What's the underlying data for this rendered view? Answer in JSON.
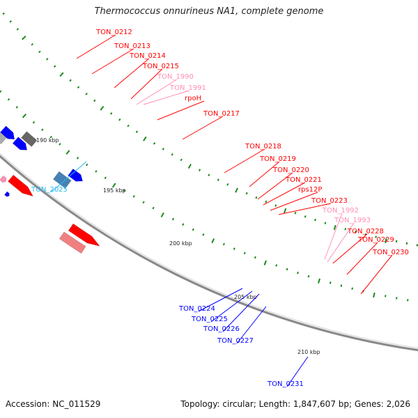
{
  "title": "Thermococcus onnurineus NA1, complete genome",
  "footer": {
    "accession": "Accession: NC_011529",
    "summary": "Topology: circular; Length: 1,847,607 bp; Genes: 2,026"
  },
  "colors": {
    "red": "#ff0000",
    "blue": "#0000ff",
    "orange": "#ff9900",
    "steelblue": "#4682b4",
    "pink": "#ff8fb4",
    "gray": "#aaaaaa",
    "darkgray": "#666666",
    "cyan": "#22bbee",
    "backbone": "#8a8a8a",
    "ticks": "#1a8a1a"
  },
  "ruler": [
    {
      "label": "190 kbp"
    },
    {
      "label": "195 kbp"
    },
    {
      "label": "200 kbp"
    },
    {
      "label": "205 kbp"
    },
    {
      "label": "210 kbp"
    }
  ],
  "gene_labels": [
    {
      "text": "TON_0212",
      "color": "red"
    },
    {
      "text": "TON_0213",
      "color": "red"
    },
    {
      "text": "TON_0214",
      "color": "red"
    },
    {
      "text": "TON_0215",
      "color": "red"
    },
    {
      "text": "TON_1990",
      "color": "pink"
    },
    {
      "text": "TON_1991",
      "color": "pink"
    },
    {
      "text": "rpoH",
      "color": "red"
    },
    {
      "text": "TON_0217",
      "color": "red"
    },
    {
      "text": "TON_0218",
      "color": "red"
    },
    {
      "text": "TON_0219",
      "color": "red"
    },
    {
      "text": "TON_0220",
      "color": "red"
    },
    {
      "text": "TON_0221",
      "color": "red"
    },
    {
      "text": "rps12P",
      "color": "red"
    },
    {
      "text": "TON_0223",
      "color": "red"
    },
    {
      "text": "TON_1992",
      "color": "pink"
    },
    {
      "text": "TON_1993",
      "color": "pink"
    },
    {
      "text": "TON_0228",
      "color": "red"
    },
    {
      "text": "TON_0229",
      "color": "red"
    },
    {
      "text": "TON_0230",
      "color": "red"
    },
    {
      "text": "TON_2025",
      "color": "cyan"
    },
    {
      "text": "TON_0224",
      "color": "blue"
    },
    {
      "text": "TON_0225",
      "color": "blue"
    },
    {
      "text": "TON_0226",
      "color": "blue"
    },
    {
      "text": "TON_0227",
      "color": "blue"
    },
    {
      "text": "TON_0231",
      "color": "blue"
    }
  ]
}
